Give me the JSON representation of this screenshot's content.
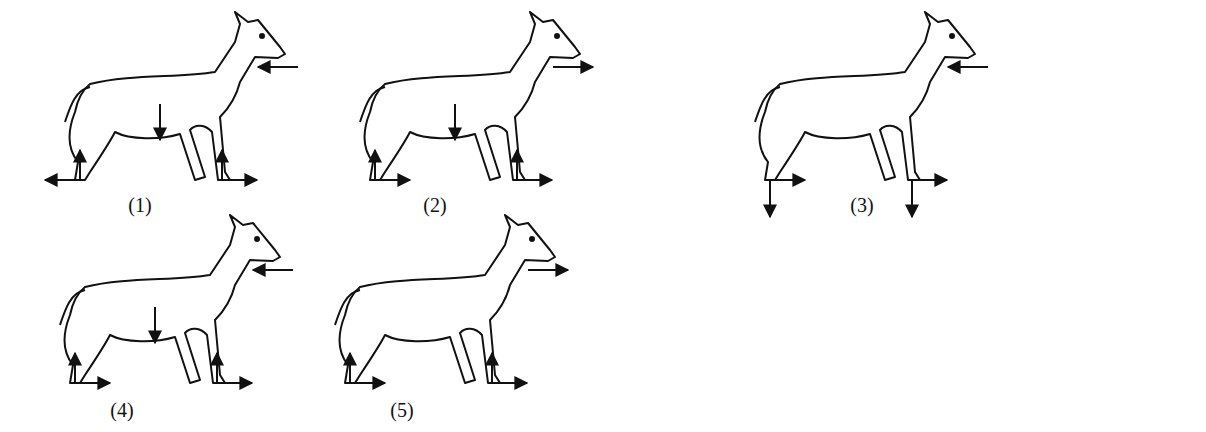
{
  "diagram": {
    "labels": [
      "(1)",
      "(2)",
      "(3)",
      "(4)",
      "(5)"
    ]
  }
}
